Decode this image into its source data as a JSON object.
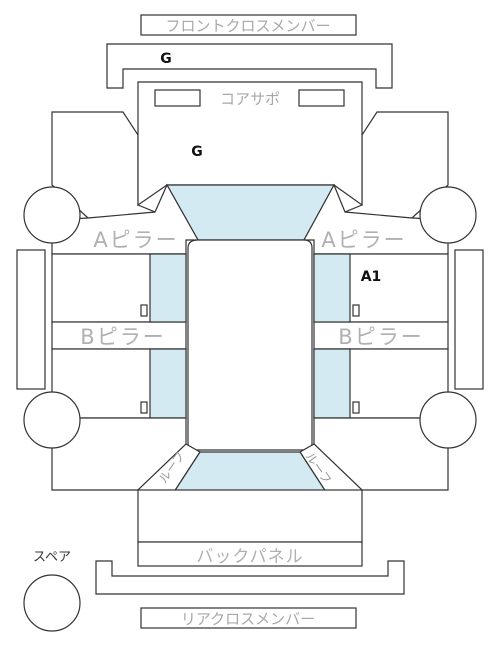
{
  "labels": {
    "front_cross_member": "フロントクロスメンバー",
    "core_support": "コアサポ",
    "a_pillar": "Aピラー",
    "b_pillar": "Bピラー",
    "back_panel": "バックパネル",
    "rear_cross_member": "リアクロスメンバー",
    "spare": "スペア",
    "side_sill": "ルーフ"
  },
  "damage_codes": {
    "front_cross_member": "G",
    "core_support": "G",
    "right_front_door": "A1"
  },
  "colors": {
    "line": "#333333",
    "glass": "#d4eaf2",
    "label": "#a8a8a8",
    "code": "#111111"
  }
}
